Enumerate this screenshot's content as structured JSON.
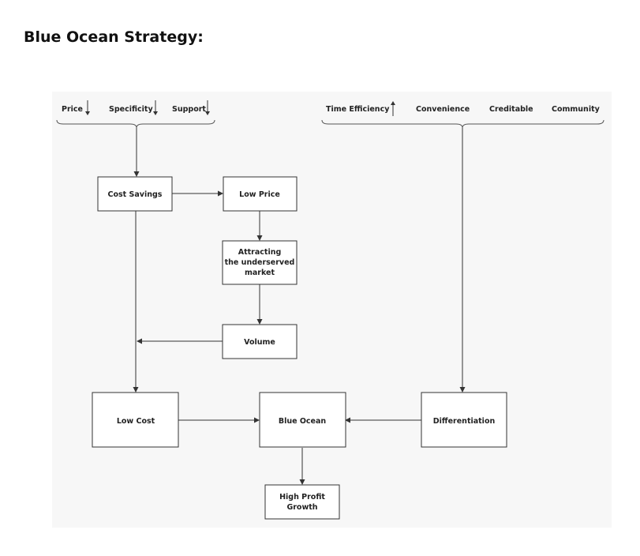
{
  "title": "Blue Ocean Strategy:",
  "factors_left": [
    {
      "label": "Price",
      "direction": "down"
    },
    {
      "label": "Specificity",
      "direction": "down"
    },
    {
      "label": "Support",
      "direction": "down"
    }
  ],
  "factors_right": [
    {
      "label": "Time Efficiency",
      "direction": "up"
    },
    {
      "label": "Convenience"
    },
    {
      "label": "Creditable"
    },
    {
      "label": "Community"
    }
  ],
  "nodes": {
    "cost_savings": "Cost Savings",
    "low_price": "Low Price",
    "attracting": [
      "Attracting",
      "the underserved",
      "market"
    ],
    "volume": "Volume",
    "low_cost": "Low Cost",
    "blue_ocean": "Blue Ocean",
    "differentiation": "Differentiation",
    "high_profit": [
      "High Profit",
      "Growth"
    ]
  },
  "colors": {
    "canvas": "#f7f7f7",
    "line": "#333333",
    "box_fill": "#ffffff"
  }
}
